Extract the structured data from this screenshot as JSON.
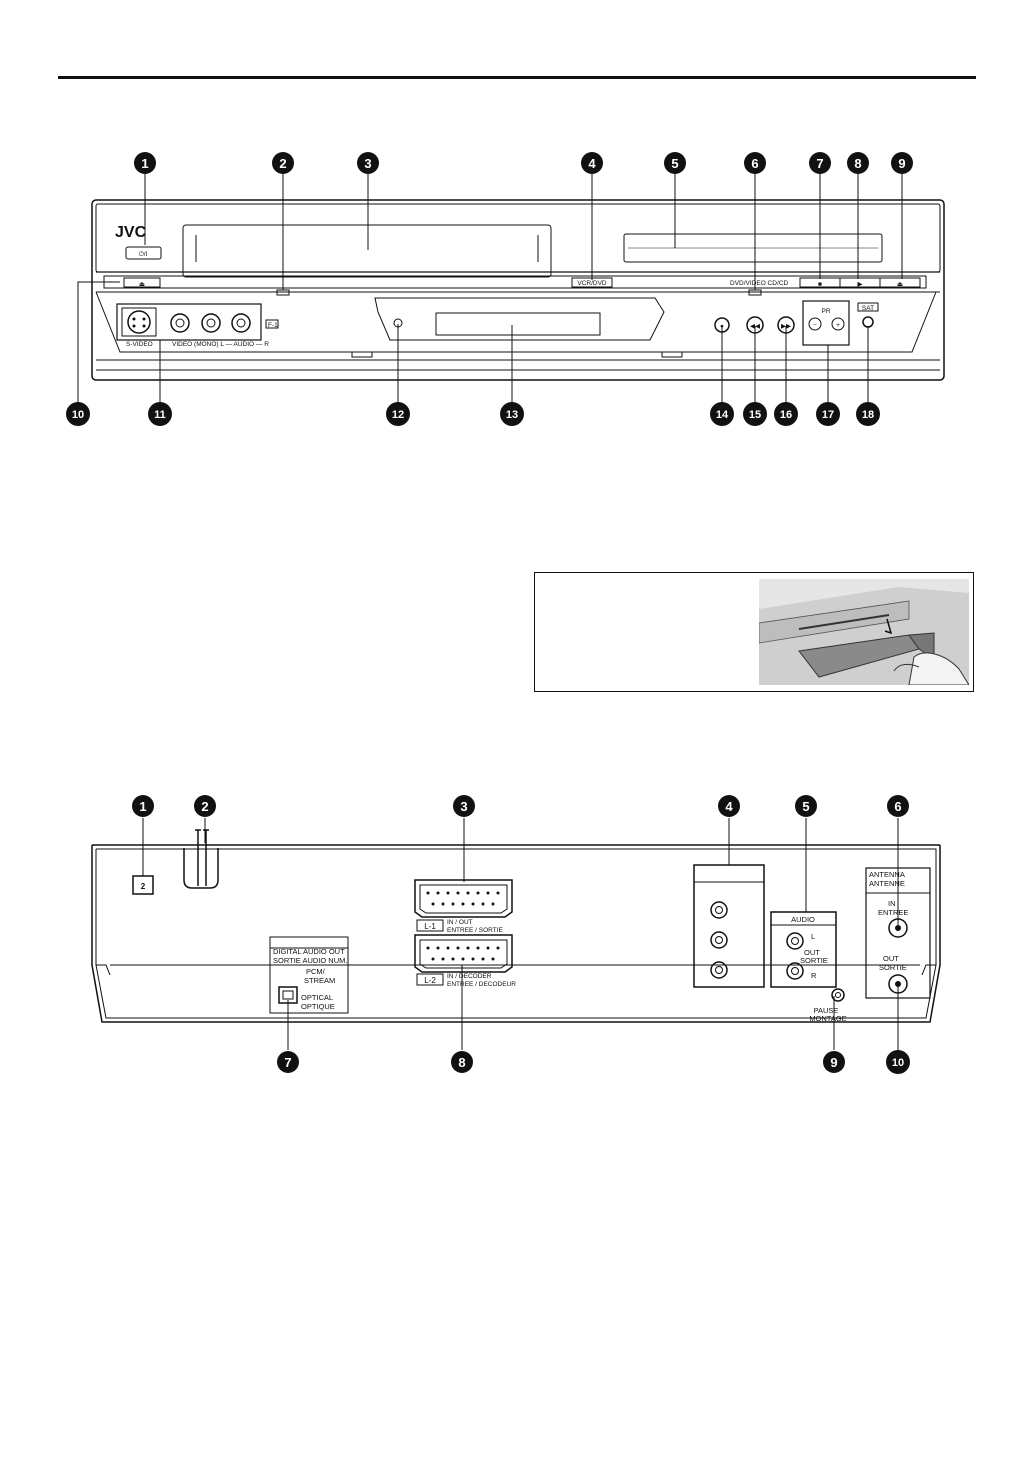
{
  "front_panel": {
    "brand": "JVC",
    "power_label": "⏻/I",
    "vcr_dvd_label": "VCR/DVD",
    "dvd_disc_label": "DVD/VIDEO CD/CD",
    "eject_symbol": "⏏",
    "stop_symbol": "■",
    "play_symbol": "▶",
    "pr_label": "PR",
    "minus_symbol": "−",
    "plus_symbol": "+",
    "sat_label": "SAT",
    "svideo_label": "S-VIDEO",
    "av_label": "VIDEO (MONO) L — AUDIO — R",
    "f1_label": "F-1",
    "rew_symbol": "◀◀",
    "ff_symbol": "▶▶",
    "rec_symbol": "●",
    "callouts_top": [
      "1",
      "2",
      "3",
      "4",
      "5",
      "6",
      "7",
      "8",
      "9"
    ],
    "callouts_bottom": [
      "10",
      "11",
      "12",
      "13",
      "14",
      "15",
      "16",
      "17",
      "18"
    ]
  },
  "rear_panel": {
    "callouts_top": [
      "1",
      "2",
      "3",
      "4",
      "5",
      "6"
    ],
    "callouts_bottom": [
      "7",
      "8",
      "9",
      "10"
    ],
    "power_label": "2",
    "l1_tag": "L-1",
    "l1_text_1": "IN / OUT",
    "l1_text_2": "ENTREE / SORTIE",
    "l2_tag": "L-2",
    "l2_text_1": "IN / DECODER",
    "l2_text_2": "ENTREE / DECODEUR",
    "digital_title_1": "DIGITAL AUDIO OUT",
    "digital_title_2": "SORTIE AUDIO NUM.",
    "pcm_1": "PCM/",
    "pcm_2": "STREAM",
    "optical_1": "OPTICAL",
    "optical_2": "OPTIQUE",
    "audio_label": "AUDIO",
    "audio_l": "L",
    "audio_r": "R",
    "audio_out_1": "OUT",
    "audio_out_2": "SORTIE",
    "pause_1": "PAUSE",
    "pause_2": "MONTAGE",
    "antenna_1": "ANTENNA",
    "antenna_2": "ANTENNE",
    "ant_in_1": "IN",
    "ant_in_2": "ENTREE",
    "ant_out_1": "OUT",
    "ant_out_2": "SORTIE"
  }
}
